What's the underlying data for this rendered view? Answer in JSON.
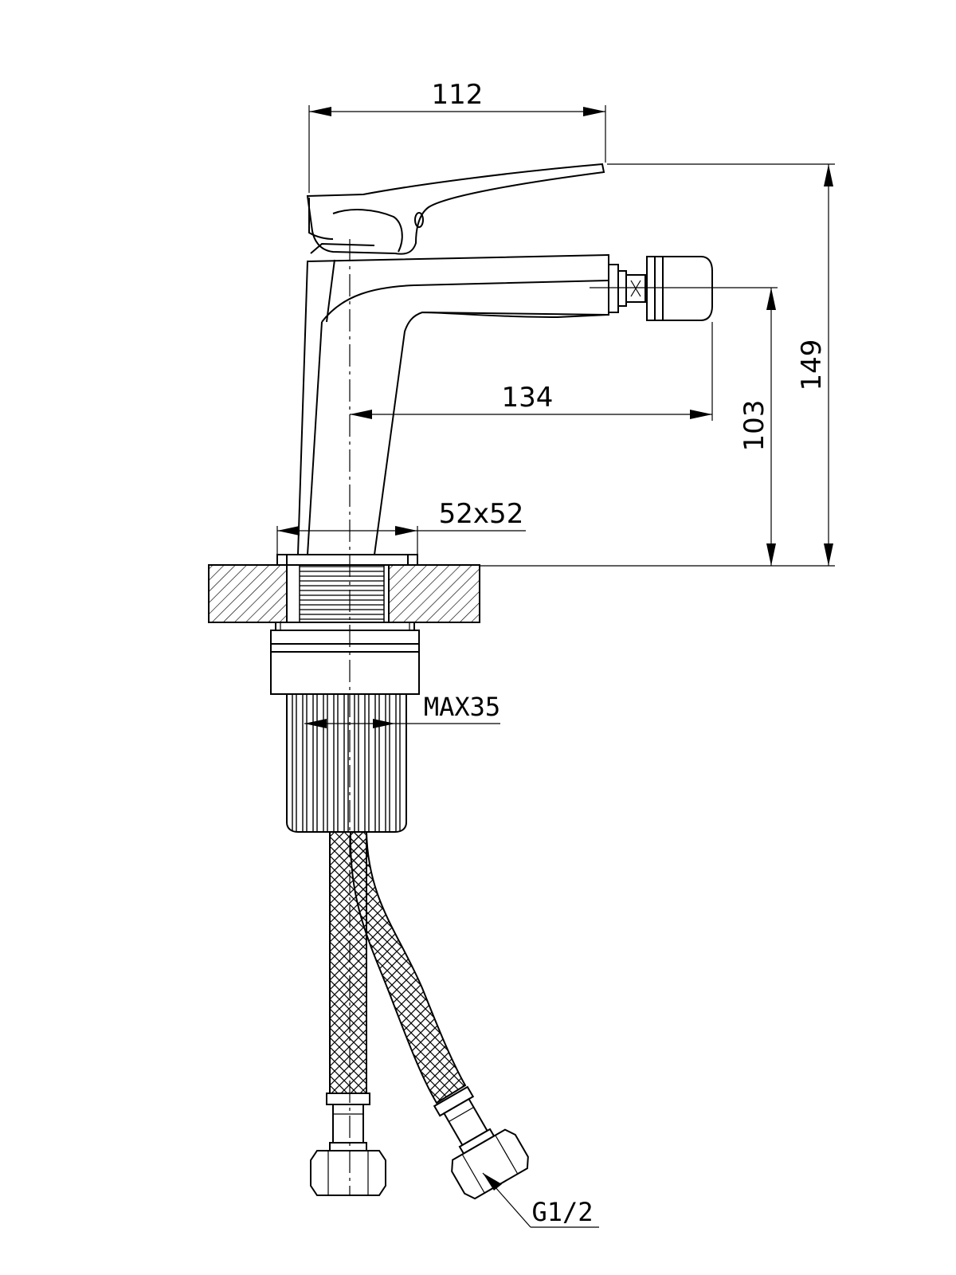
{
  "drawing": {
    "dimensions": {
      "handle_width": "112",
      "total_height": "149",
      "spout_height": "103",
      "spout_reach": "134",
      "base_size": "52x52",
      "max_deck_thickness": "MAX35",
      "connection_thread": "G1/2"
    }
  }
}
